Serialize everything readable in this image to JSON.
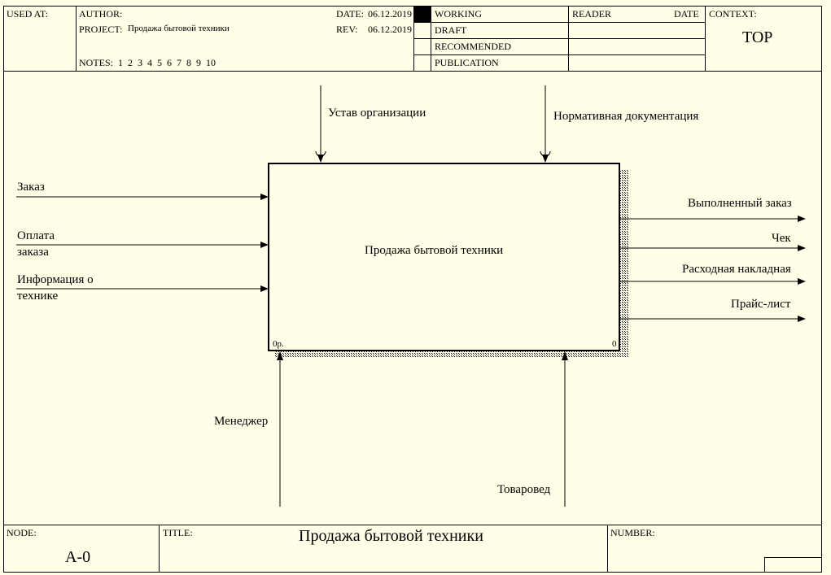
{
  "header": {
    "used_at_label": "USED AT:",
    "author_label": "AUTHOR:",
    "project_label": "PROJECT:",
    "project_value": "Продажа бытовой техники",
    "date_label": "DATE:",
    "date_value": "06.12.2019",
    "rev_label": "REV:",
    "rev_value": "06.12.2019",
    "notes_label": "NOTES:",
    "notes_value": "1  2  3  4  5  6  7  8  9  10",
    "status": [
      "WORKING",
      "DRAFT",
      "RECOMMENDED",
      "PUBLICATION"
    ],
    "active_status": "WORKING",
    "reader_label": "READER",
    "reader_date_label": "DATE",
    "context_label": "CONTEXT:",
    "context_value": "TOP"
  },
  "diagram": {
    "function_box": {
      "label": "Продажа бытовой техники",
      "cost": "0р.",
      "number": "0"
    },
    "controls": [
      "Устав организации",
      "Нормативная документация"
    ],
    "inputs": [
      "Заказ",
      "Оплата",
      "заказа",
      "Информация о",
      "технике"
    ],
    "outputs": [
      "Выполненный заказ",
      "Чек",
      "Расходная накладная",
      "Прайс-лист"
    ],
    "mechanisms": [
      "Менеджер",
      "Товаровед"
    ]
  },
  "footer": {
    "node_label": "NODE:",
    "node_value": "A-0",
    "title_label": "TITLE:",
    "title_value": "Продажа бытовой техники",
    "number_label": "NUMBER:"
  },
  "colors": {
    "background": "#ffffe8",
    "ink": "#000000"
  }
}
